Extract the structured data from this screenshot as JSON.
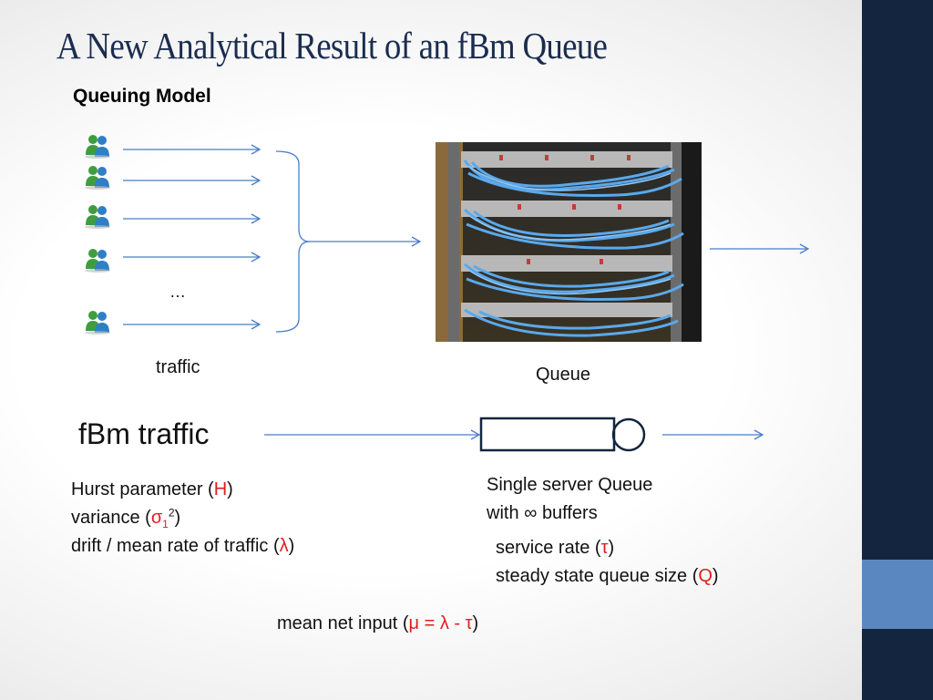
{
  "slide": {
    "title": "A New Analytical Result of an fBm Queue",
    "subtitle": "Queuing Model"
  },
  "diagram": {
    "ellipsis": "…",
    "traffic_label": "traffic",
    "queue_label": "Queue",
    "fbm_label": "fBm traffic",
    "user_icon": "user-group-icon",
    "photo": "server-rack-photo",
    "line_color": "#4a7ec8"
  },
  "traffic_params": {
    "hurst_prefix": "Hurst parameter (",
    "hurst_symbol": "H",
    "hurst_suffix": ")",
    "variance_prefix": "variance (",
    "variance_symbol": "σ",
    "variance_sub": "1",
    "variance_sup": "2",
    "variance_suffix": ")",
    "drift_prefix": "drift / mean rate of traffic (",
    "drift_symbol": "λ",
    "drift_suffix": ")"
  },
  "queue_params": {
    "line1": "Single server Queue",
    "line2": "with ∞ buffers",
    "service_prefix": "service rate (",
    "service_symbol": "τ",
    "service_suffix": ")",
    "size_prefix": "steady state queue size (",
    "size_symbol": "Q",
    "size_suffix": ")"
  },
  "net_input": {
    "prefix": "mean net input (",
    "formula": "μ = λ - τ",
    "suffix": ")"
  },
  "colors": {
    "sidebar": "#13253f",
    "sidebar_accent": "#5a87bf",
    "title": "#1b2d4f",
    "highlight": "#e21c1c"
  }
}
